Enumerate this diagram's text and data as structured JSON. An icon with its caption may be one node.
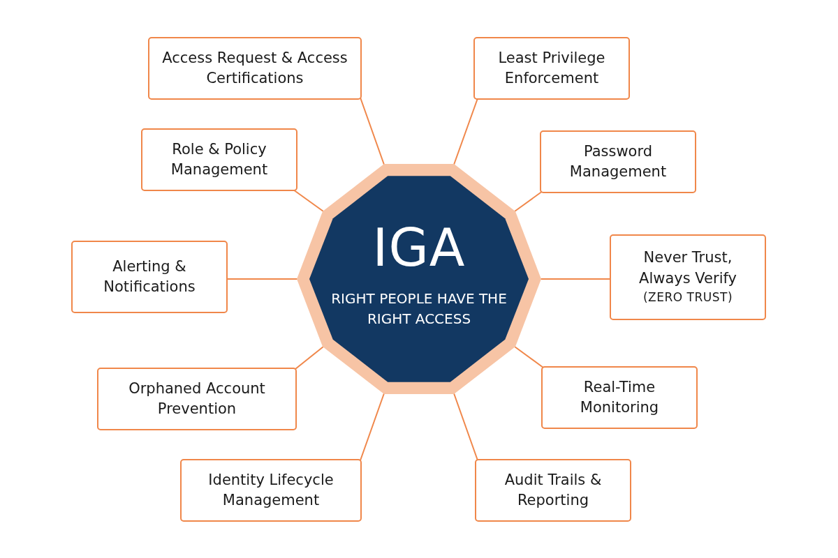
{
  "diagram": {
    "nodes": [
      {
        "text": [
          "IGA",
          "RIGHT PEOPLE HAVE THE RIGHT ACCESS"
        ]
      },
      {
        "text": [
          "Access Request & Access Certifications"
        ]
      },
      {
        "text": [
          "Least Privilege Enforcement"
        ]
      },
      {
        "text": [
          "Role & Policy Management"
        ]
      },
      {
        "text": [
          "Password Management"
        ]
      },
      {
        "text": [
          "Alerting & Notifications"
        ]
      },
      {
        "text": [
          "Never Trust, Always Verify",
          "(ZERO TRUST)"
        ]
      },
      {
        "text": [
          "Orphaned Account Prevention"
        ]
      },
      {
        "text": [
          "Real-Time Monitoring"
        ]
      },
      {
        "text": [
          "Identity Lifecycle Management"
        ]
      },
      {
        "text": [
          "Audit Trails & Reporting"
        ]
      }
    ],
    "edges": [
      {
        "from": 0,
        "to": 1,
        "arrow": "none"
      },
      {
        "from": 0,
        "to": 2,
        "arrow": "none"
      },
      {
        "from": 0,
        "to": 3,
        "arrow": "none"
      },
      {
        "from": 0,
        "to": 4,
        "arrow": "none"
      },
      {
        "from": 0,
        "to": 5,
        "arrow": "none"
      },
      {
        "from": 0,
        "to": 6,
        "arrow": "none"
      },
      {
        "from": 0,
        "to": 7,
        "arrow": "none"
      },
      {
        "from": 0,
        "to": 8,
        "arrow": "none"
      },
      {
        "from": 0,
        "to": 9,
        "arrow": "none"
      },
      {
        "from": 0,
        "to": 10,
        "arrow": "none"
      }
    ]
  }
}
